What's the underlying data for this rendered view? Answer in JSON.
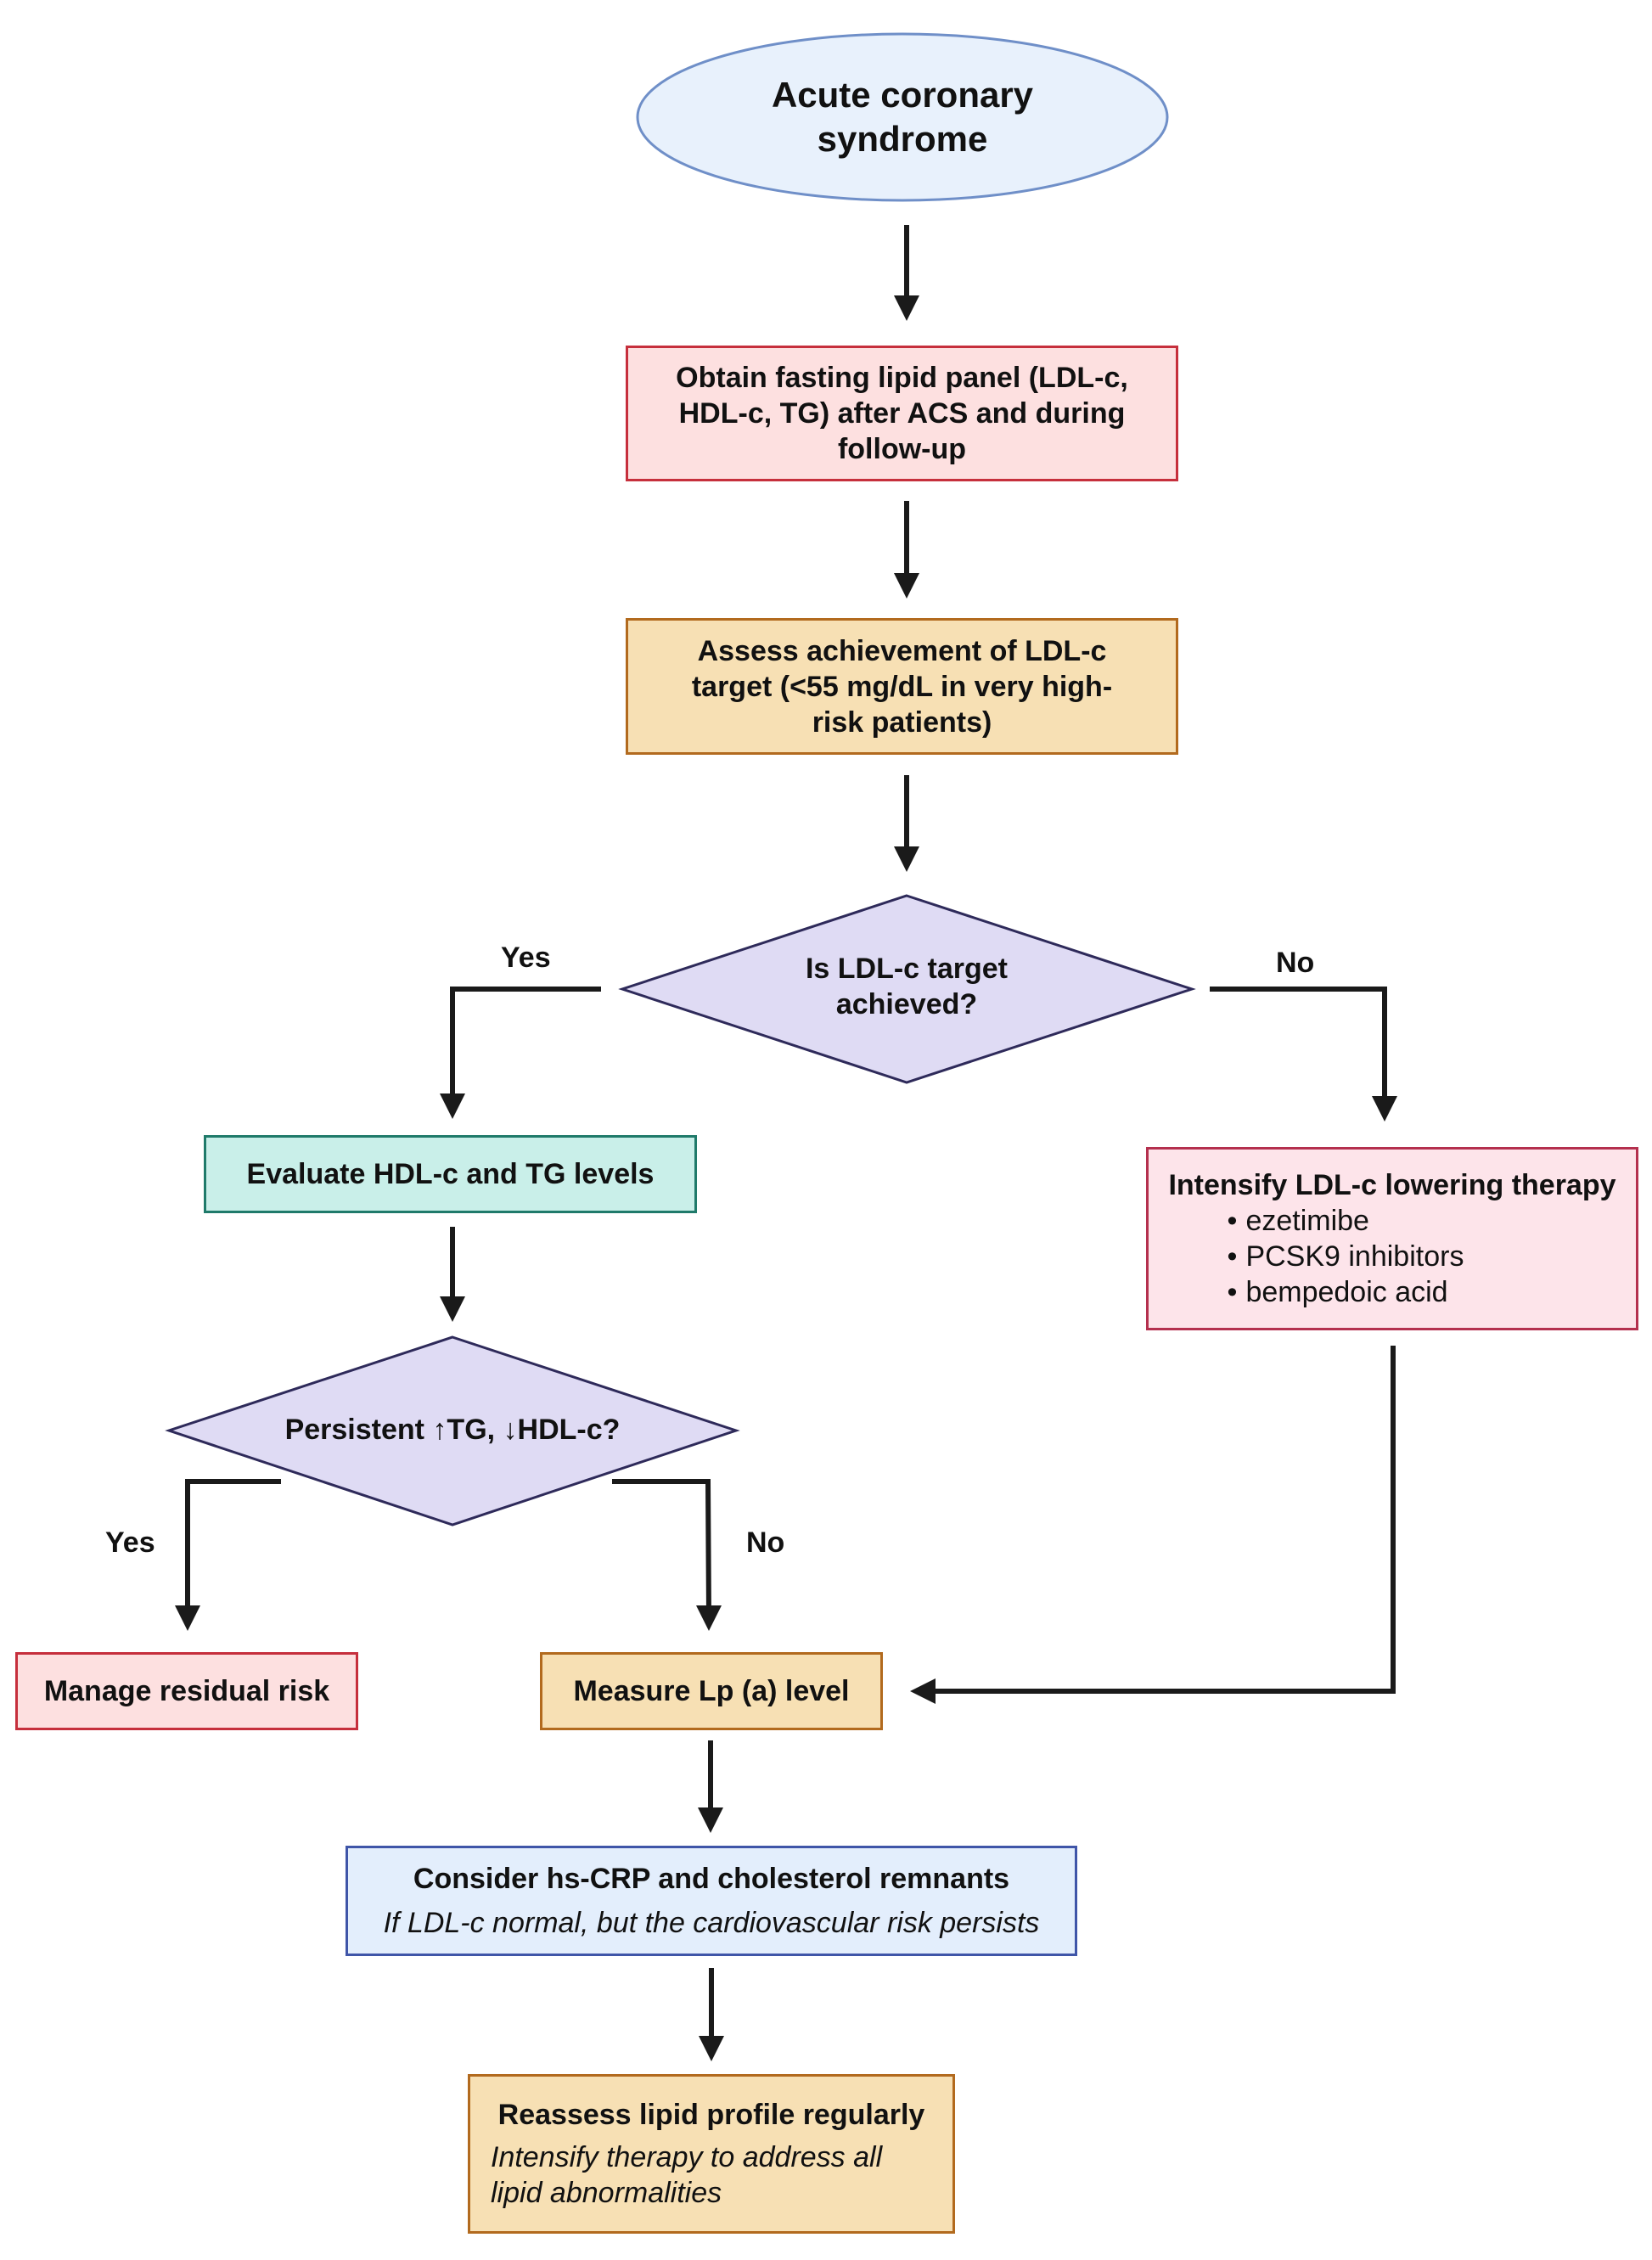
{
  "colors": {
    "ellipse_fill": "#e8f1fc",
    "ellipse_stroke": "#6f8fc8",
    "diamond_fill": "#dfdbf4",
    "diamond_stroke": "#2e2a5a",
    "arrow": "#1a1a1a"
  },
  "nodes": {
    "start": "Acute coronary syndrome",
    "lipid_panel": "Obtain fasting lipid panel (LDL-c, HDL-c, TG) after ACS and during follow-up",
    "assess_target": "Assess achievement of LDL-c target (<55 mg/dL in very high-risk patients)",
    "ldl_decision": "Is LDL-c target achieved?",
    "evaluate_hdl_tg": "Evaluate HDL-c and TG levels",
    "intensify": {
      "title": "Intensify LDL-c lowering therapy",
      "items": [
        "ezetimibe",
        "PCSK9 inhibitors",
        "bempedoic acid"
      ]
    },
    "persistent_decision": "Persistent ↑TG, ↓HDL-c?",
    "manage_residual": "Manage residual risk",
    "measure_lpa": "Measure Lp (a) level",
    "consider_crp": {
      "title": "Consider hs-CRP and cholesterol remnants",
      "subtitle": "If LDL-c normal, but the cardiovascular risk persists"
    },
    "reassess": {
      "title": "Reassess lipid profile regularly",
      "subtitle": "Intensify therapy to address all lipid abnormalities"
    }
  },
  "edge_labels": {
    "ldl_yes": "Yes",
    "ldl_no": "No",
    "persistent_yes": "Yes",
    "persistent_no": "No"
  }
}
